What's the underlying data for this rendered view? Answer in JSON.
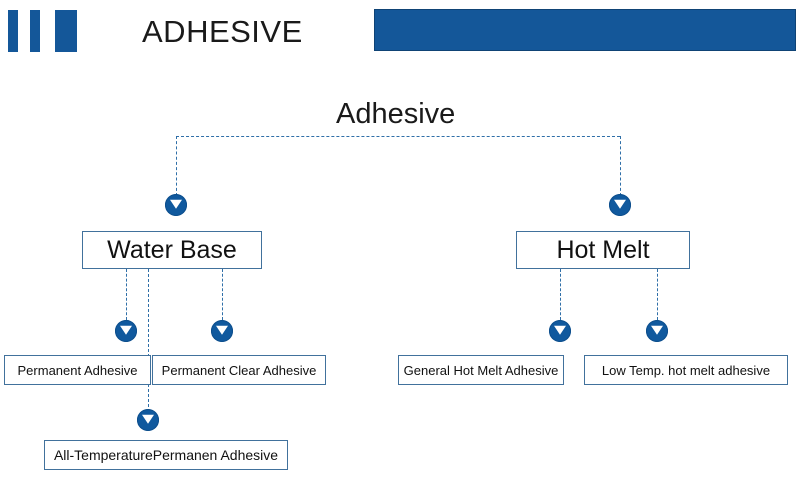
{
  "header": {
    "title": "ADHESIVE",
    "logo_bars": 3,
    "brand_color": "#145799",
    "bar_color": "#145799"
  },
  "diagram": {
    "type": "tree",
    "root": {
      "label": "Adhesive"
    },
    "level1": [
      {
        "id": "water-base",
        "label": "Water Base"
      },
      {
        "id": "hot-melt",
        "label": "Hot Melt"
      }
    ],
    "leaves": [
      {
        "id": "permanent-adhesive",
        "label": "Permanent Adhesive",
        "parent": "water-base"
      },
      {
        "id": "permanent-clear-adhesive",
        "label": "Permanent Clear Adhesive",
        "parent": "water-base"
      },
      {
        "id": "general-hot-melt",
        "label": "General Hot Melt Adhesive",
        "parent": "hot-melt"
      },
      {
        "id": "low-temp-hot-melt",
        "label": "Low Temp. hot melt adhesive",
        "parent": "hot-melt"
      }
    ],
    "bottom": [
      {
        "id": "all-temperature",
        "label": "All-TemperaturePermanen Adhesive",
        "parent": "water-base"
      }
    ],
    "connector_style": "dashed",
    "connector_color": "#2f6fa8",
    "arrow_color": "#10599e",
    "box_border_color": "#41719c"
  }
}
